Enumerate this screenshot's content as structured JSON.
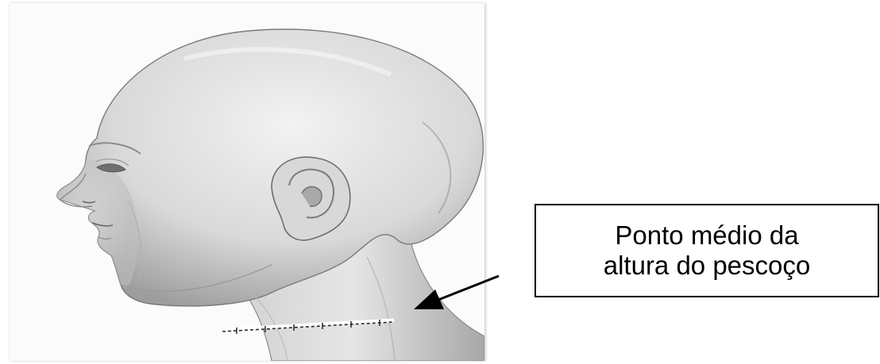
{
  "callout": {
    "line1": "Ponto médio da",
    "line2": "altura do pescoço"
  },
  "colors": {
    "callout_border": "#000000",
    "callout_text": "#000000",
    "arrow": "#000000",
    "measure_tape": "#ffffff",
    "measure_ticks": "#000000"
  },
  "icons": {
    "head": "head-profile-illustration",
    "arrow": "arrow-left-down-icon"
  }
}
